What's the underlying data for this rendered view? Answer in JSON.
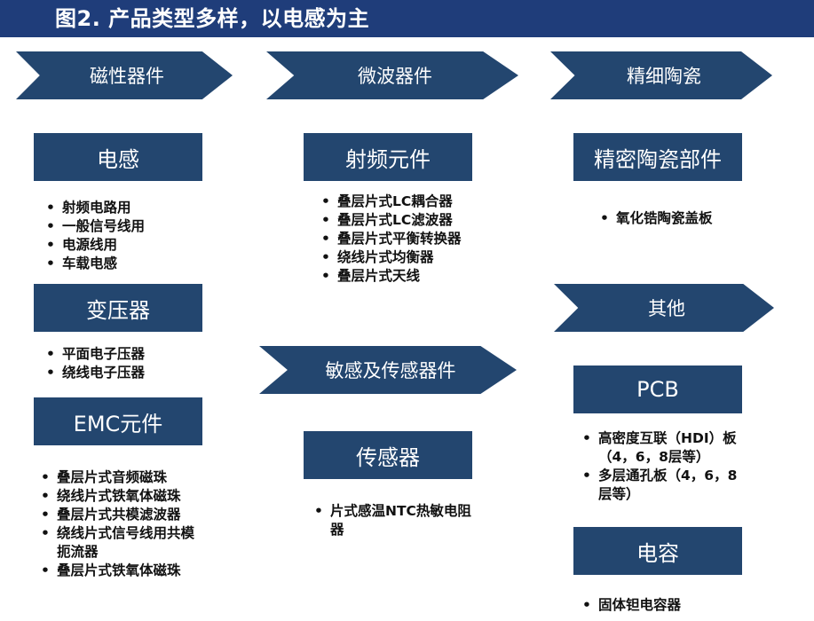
{
  "title": "图2. 产品类型多样，以电感为主",
  "columns": [
    {
      "header": "磁性器件",
      "groups": [
        {
          "name": "电感",
          "items": [
            "射频电路用",
            "一般信号线用",
            "电源线用",
            "车载电感"
          ]
        },
        {
          "name": "变压器",
          "items": [
            "平面电子压器",
            "绕线电子压器"
          ]
        },
        {
          "name": "EMC元件",
          "items": [
            "叠层片式音频磁珠",
            "绕线片式铁氧体磁珠",
            "叠层片式共模滤波器",
            "绕线片式信号线用共模扼流器",
            "叠层片式铁氧体磁珠"
          ]
        }
      ]
    },
    {
      "header": "微波器件",
      "groups": [
        {
          "name": "射频元件",
          "items": [
            "叠层片式LC耦合器",
            "叠层片式LC滤波器",
            "叠层片式平衡转换器",
            "绕线片式均衡器",
            "叠层片式天线"
          ]
        }
      ]
    },
    {
      "header": "敏感及传感器件",
      "groups": [
        {
          "name": "传感器",
          "items": [
            "片式感温NTC热敏电阻器"
          ]
        }
      ]
    },
    {
      "header": "精细陶瓷",
      "groups": [
        {
          "name": "精密陶瓷部件",
          "items": [
            "氧化锆陶瓷盖板"
          ]
        }
      ]
    },
    {
      "header": "其他",
      "groups": [
        {
          "name": "PCB",
          "items": [
            "高密度互联（HDI）板（4，6，8层等）",
            "多层通孔板（4，6，8层等）"
          ]
        },
        {
          "name": "电容",
          "items": [
            "固体钽电容器"
          ]
        }
      ]
    }
  ],
  "colors": {
    "title_bg": "#1f3d7a",
    "shape_fill": "#23466f",
    "text": "#111111"
  }
}
